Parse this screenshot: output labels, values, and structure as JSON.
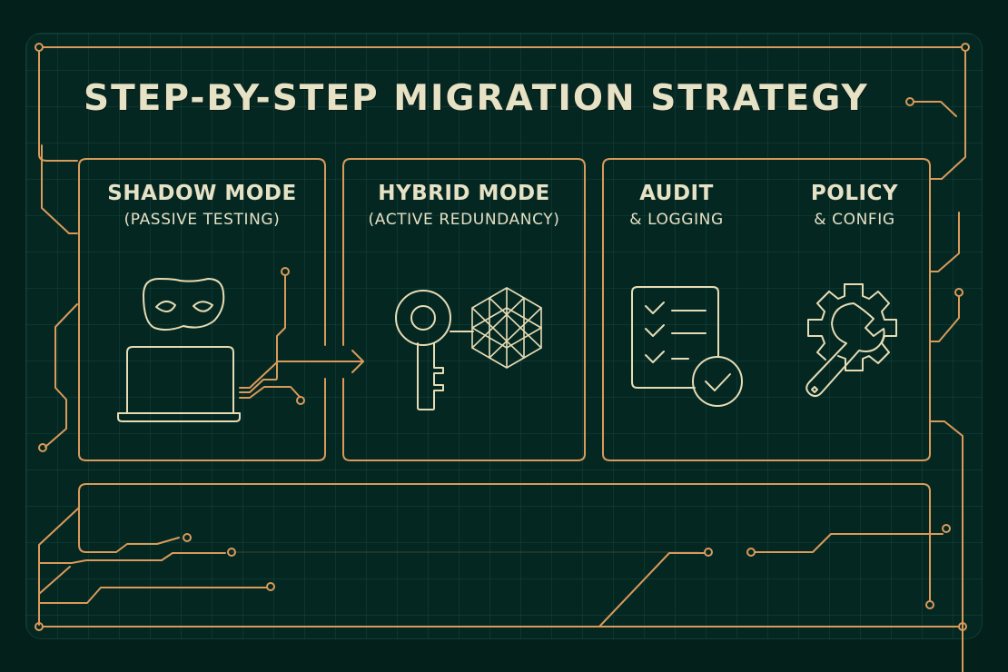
{
  "title": "STEP-BY-STEP MIGRATION STRATEGY",
  "colors": {
    "background": "#03201b",
    "panel": "#052722",
    "trace": "#d99a5a",
    "icon_stroke": "#e6dcb4",
    "text": "#e6e2c6"
  },
  "cards": [
    {
      "heading": "SHADOW MODE",
      "subheading": "(PASSIVE TESTING)",
      "icon": "mask-laptop-icon"
    },
    {
      "heading": "HYBRID MODE",
      "subheading": "(ACTIVE REDUNDANCY)",
      "icon": "key-lattice-icon"
    },
    {
      "heading": "AUDIT",
      "subheading": "& LOGGING",
      "icon": "checklist-icon"
    },
    {
      "heading": "POLICY",
      "subheading": "& CONFIG",
      "icon": "gear-wrench-icon"
    }
  ],
  "bottom_panel": {
    "label": ""
  }
}
